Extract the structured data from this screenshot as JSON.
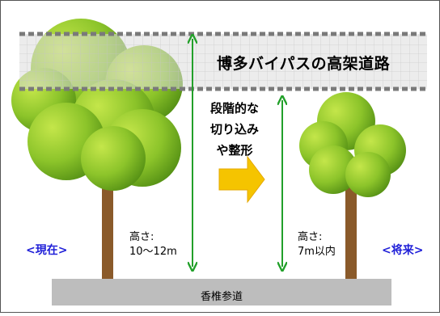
{
  "viaduct": {
    "label": "博多バイパスの高架道路"
  },
  "process": {
    "line1": "段階的な",
    "line2": "切り込み",
    "line3": "や整形"
  },
  "current": {
    "badge": "<現在>",
    "height_label": "高さ:",
    "height_value": "10〜12m"
  },
  "future": {
    "badge": "<将来>",
    "height_label": "高さ:",
    "height_value": "7m以内"
  },
  "road": {
    "label": "香椎参道"
  },
  "colors": {
    "foliage_dark": "#4e8a12",
    "foliage_light": "#c4e64a",
    "trunk": "#8a5a2a",
    "arrow_green": "#22a02a",
    "arrow_yellow": "#f5c400",
    "label_blue": "#1f1fd8",
    "road": "#bdbdbd"
  }
}
